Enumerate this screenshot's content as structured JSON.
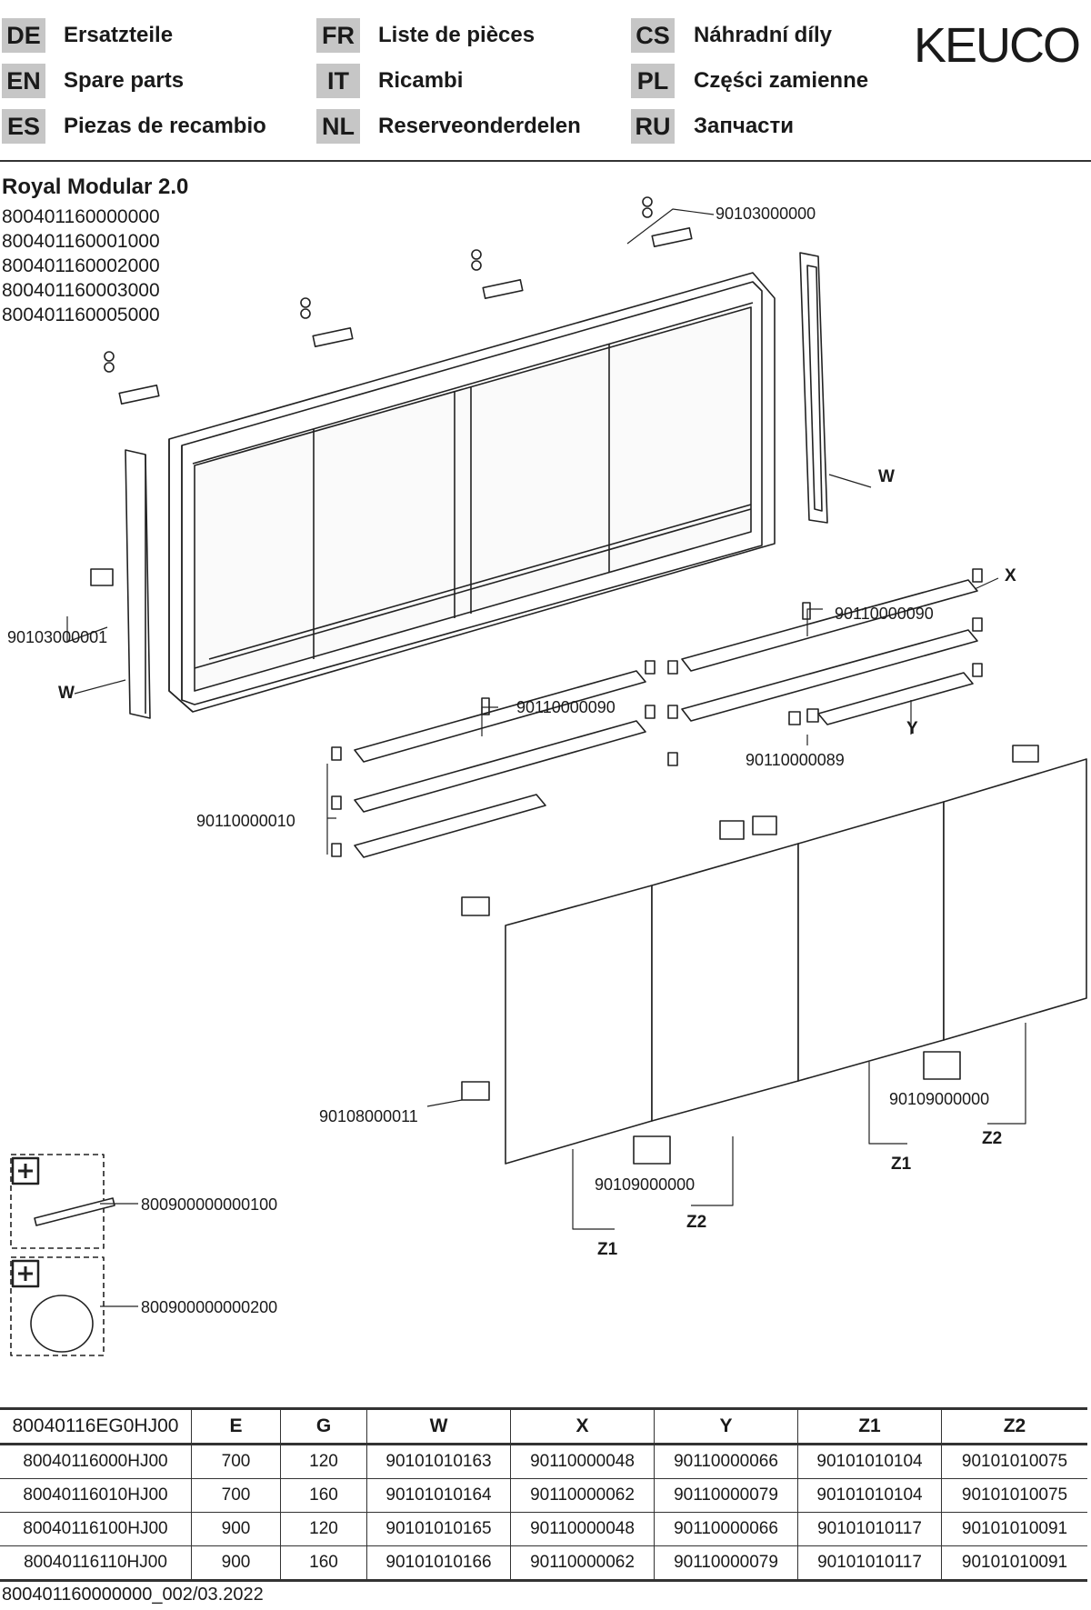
{
  "header": {
    "languages": [
      {
        "code": "DE",
        "label": "Ersatzteile"
      },
      {
        "code": "EN",
        "label": "Spare parts"
      },
      {
        "code": "ES",
        "label": "Piezas de recambio"
      },
      {
        "code": "FR",
        "label": "Liste de pièces"
      },
      {
        "code": "IT",
        "label": "Ricambi"
      },
      {
        "code": "NL",
        "label": "Reserveonderdelen"
      },
      {
        "code": "CS",
        "label": "Náhradní díly"
      },
      {
        "code": "PL",
        "label": "Części zamienne"
      },
      {
        "code": "RU",
        "label": "Запчасти"
      }
    ],
    "logo": "KEUCO"
  },
  "product": {
    "title": "Royal Modular 2.0",
    "article_numbers": [
      "800401160000000",
      "800401160001000",
      "800401160002000",
      "800401160003000",
      "800401160005000"
    ]
  },
  "callouts": {
    "hinge_screws": "90103000000",
    "side_bracket": "90103000001",
    "shelf_support_top": "90110000090",
    "shelf_support_mid": "90110000090",
    "shelf_clip": "90110000089",
    "shelf_left": "90110000010",
    "door_clip": "90108000011",
    "door_hinge_right": "90109000000",
    "door_hinge_left": "90109000000",
    "accessory_1": "800900000000100",
    "accessory_2": "800900000000200",
    "letter_w_right": "W",
    "letter_w_left": "W",
    "letter_x": "X",
    "letter_y": "Y",
    "letter_z1_right": "Z1",
    "letter_z2_right": "Z2",
    "letter_z1_left": "Z1",
    "letter_z2_left": "Z2"
  },
  "table": {
    "headers": [
      "80040116EG0HJ00",
      "E",
      "G",
      "W",
      "X",
      "Y",
      "Z1",
      "Z2"
    ],
    "rows": [
      [
        "80040116000HJ00",
        "700",
        "120",
        "90101010163",
        "90110000048",
        "90110000066",
        "90101010104",
        "90101010075"
      ],
      [
        "80040116010HJ00",
        "700",
        "160",
        "90101010164",
        "90110000062",
        "90110000079",
        "90101010104",
        "90101010075"
      ],
      [
        "80040116100HJ00",
        "900",
        "120",
        "90101010165",
        "90110000048",
        "90110000066",
        "90101010117",
        "90101010091"
      ],
      [
        "80040116110HJ00",
        "900",
        "160",
        "90101010166",
        "90110000062",
        "90110000079",
        "90101010117",
        "90101010091"
      ]
    ]
  },
  "footer": {
    "doc_code": "800401160000000_002/03.2022"
  }
}
